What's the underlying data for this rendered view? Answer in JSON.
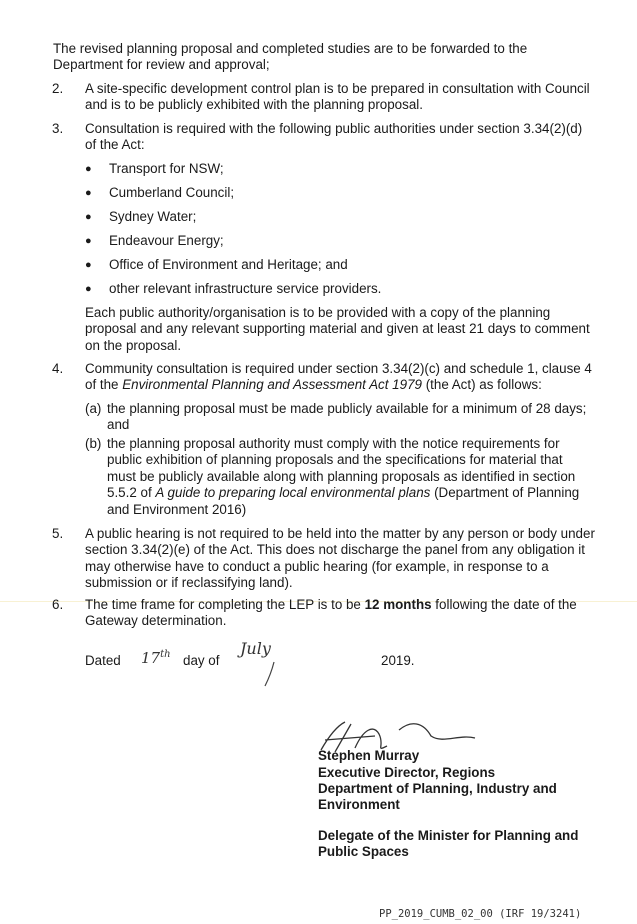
{
  "intro": "The revised planning proposal and completed studies are to be forwarded to the Department for review and approval;",
  "item2": {
    "num": "2.",
    "text": "A site-specific development control plan is to be prepared in consultation with Council and is to be publicly exhibited with the planning proposal."
  },
  "item3": {
    "num": "3.",
    "text": "Consultation is required with the following public authorities under section 3.34(2)(d) of the Act:",
    "bullets": [
      "Transport for NSW;",
      "Cumberland Council;",
      "Sydney Water;",
      "Endeavour Energy;",
      "Office of Environment and Heritage; and",
      "other relevant infrastructure service providers."
    ],
    "note": "Each public authority/organisation is to be provided with a copy of the planning proposal and any relevant supporting material and given at least 21 days to comment on the proposal."
  },
  "item4": {
    "num": "4.",
    "text_a": "Community consultation is required under section 3.34(2)(c) and schedule 1, clause 4 of the ",
    "text_italic": "Environmental Planning and Assessment Act 1979",
    "text_b": " (the Act) as follows:",
    "a_label": "(a)",
    "a_text": "the planning proposal must be made publicly available for a minimum of 28 days; and",
    "b_label": "(b)",
    "b_text_a": "the planning proposal authority must comply with the notice requirements for public exhibition of planning proposals and the specifications for material that must be publicly available along with planning proposals as identified in section 5.5.2 of ",
    "b_text_italic": "A guide to preparing local environmental plans",
    "b_text_b": " (Department of Planning and Environment 2016)"
  },
  "item5": {
    "num": "5.",
    "text": "A public hearing is not required to be held into the matter by any person or body under section 3.34(2)(e) of the Act. This does not discharge the panel from any obligation it may otherwise have to conduct a public hearing (for example, in response to a submission or if reclassifying land)."
  },
  "item6": {
    "num": "6.",
    "text_a": "The time frame for completing the LEP is to be ",
    "text_bold": "12 months",
    "text_b": " following the date of the Gateway determination."
  },
  "dated": {
    "label": "Dated",
    "day": "17",
    "day_suffix": "th",
    "day_of": "day of",
    "month": "July",
    "year": "2019."
  },
  "signatory": {
    "name": "Stephen Murray",
    "title": "Executive Director, Regions",
    "department": "Department of Planning, Industry and Environment",
    "delegate": "Delegate of the Minister for Planning and Public Spaces"
  },
  "footer": "PP_2019_CUMB_02_00 (IRF 19/3241)"
}
